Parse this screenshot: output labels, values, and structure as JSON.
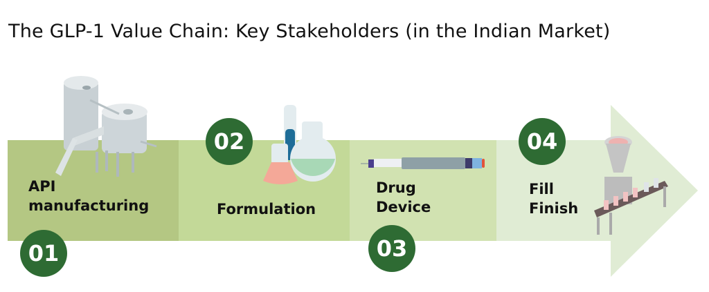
{
  "title": "The GLP-1 Value Chain: Key Stakeholders (in the Indian Market)",
  "colors": {
    "stage1": "#b4c783",
    "stage2": "#c3d998",
    "stage3": "#d1e2b1",
    "stage4": "#e0ecd4",
    "badge": "#2e6b33"
  },
  "stages": [
    {
      "number": "01",
      "line1": "API",
      "line2": "manufacturing",
      "icon": "industrial-tanks-icon"
    },
    {
      "number": "02",
      "line1": "Formulation",
      "icon": "lab-flasks-icon"
    },
    {
      "number": "03",
      "line1": "Drug",
      "line2": "Device",
      "icon": "injection-pen-icon"
    },
    {
      "number": "04",
      "line1": "Fill",
      "line2": "Finish",
      "icon": "filling-machine-icon"
    }
  ]
}
